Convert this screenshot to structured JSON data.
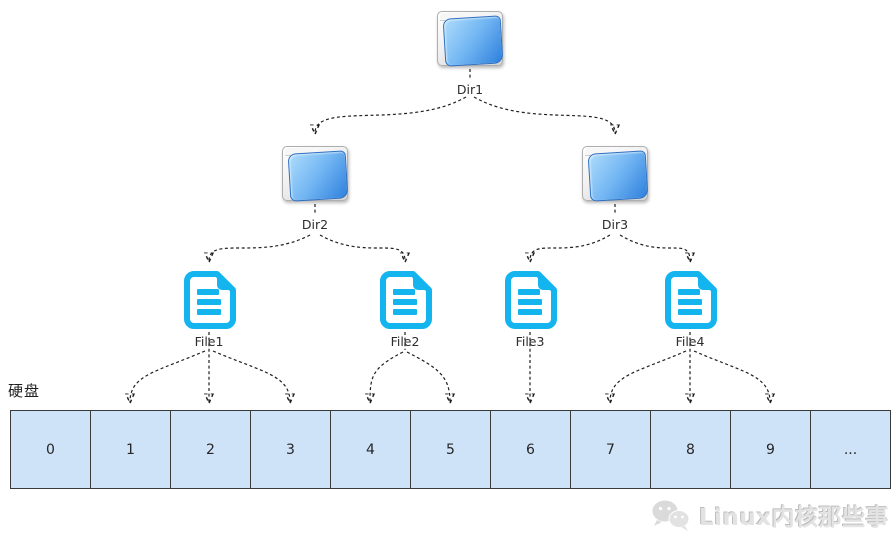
{
  "colors": {
    "file_accent": "#14b4ef",
    "block_fill": "#cfe3f8",
    "block_border": "#3a3a3a",
    "edge": "#1f1f1f",
    "folder_blue_1": "#aedcfb",
    "folder_blue_2": "#2e80dd"
  },
  "tree": {
    "root": {
      "label": "Dir1",
      "icon": "folder-icon"
    },
    "dirs": [
      {
        "label": "Dir2",
        "icon": "folder-icon"
      },
      {
        "label": "Dir3",
        "icon": "folder-icon"
      }
    ],
    "files": [
      {
        "label": "File1",
        "icon": "document-icon"
      },
      {
        "label": "File2",
        "icon": "document-icon"
      },
      {
        "label": "File3",
        "icon": "document-icon"
      },
      {
        "label": "File4",
        "icon": "document-icon"
      }
    ],
    "edges": [
      {
        "from": "Dir1",
        "to": "Dir2"
      },
      {
        "from": "Dir1",
        "to": "Dir3"
      },
      {
        "from": "Dir2",
        "to": "File1"
      },
      {
        "from": "Dir2",
        "to": "File2"
      },
      {
        "from": "Dir3",
        "to": "File3"
      },
      {
        "from": "Dir3",
        "to": "File4"
      },
      {
        "from": "File1",
        "to_blocks": [
          "1",
          "2",
          "3"
        ]
      },
      {
        "from": "File2",
        "to_blocks": [
          "4",
          "5"
        ]
      },
      {
        "from": "File3",
        "to_blocks": [
          "6"
        ]
      },
      {
        "from": "File4",
        "to_blocks": [
          "7",
          "8",
          "9"
        ]
      }
    ]
  },
  "disk": {
    "label": "硬盘",
    "blocks": [
      "0",
      "1",
      "2",
      "3",
      "4",
      "5",
      "6",
      "7",
      "8",
      "9",
      "..."
    ]
  },
  "watermark": {
    "icon": "wechat-bubbles-icon",
    "text": "Linux内核那些事"
  }
}
